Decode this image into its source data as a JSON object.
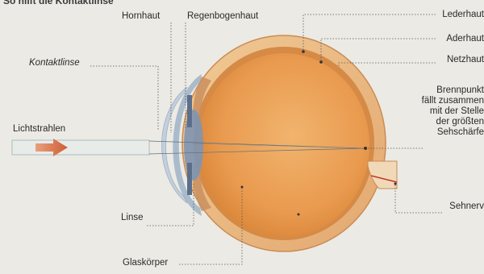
{
  "title": "So hilft die Kontaktlinse",
  "labels": {
    "hornhaut": "Hornhaut",
    "regenbogenhaut": "Regenbogenhaut",
    "lederhaut": "Lederhaut",
    "aderhaut": "Aderhaut",
    "netzhaut": "Netzhaut",
    "kontaktlinse": "Kontaktlinse",
    "lichtstrahlen": "Lichtstrahlen",
    "brennpunkt_lines": [
      "Brennpunkt",
      "fällt zusammen",
      "mit der Stelle",
      "der größten",
      "Sehschärfe"
    ],
    "linse": "Linse",
    "sehnerv": "Sehnerv",
    "glaskoerper": "Glaskörper"
  },
  "colors": {
    "background": "#eceae4",
    "sclera": "#e8b782",
    "eyeball": "#e79a4b",
    "cornea": "#9fb3c8",
    "lens": "#7e95b2",
    "arrow": "#d9744a",
    "leader": "#555555"
  }
}
